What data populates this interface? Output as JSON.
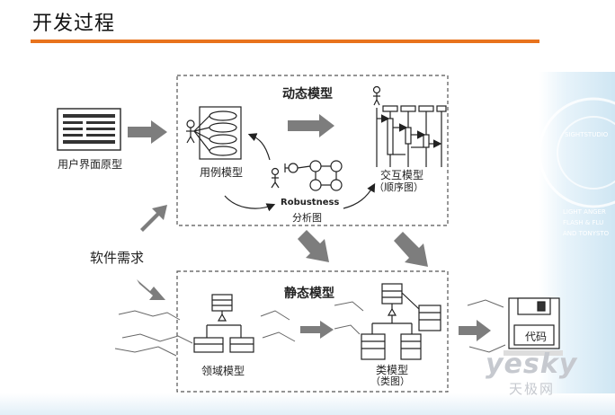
{
  "slide": {
    "title": "开发过程"
  },
  "dynamic_model": {
    "title": "动态模型",
    "use_case_label": "用例模型",
    "robustness_label_1": "Robustness",
    "robustness_label_2": "分析图",
    "interaction_label_1": "交互模型",
    "interaction_label_2": "（顺序图）"
  },
  "static_model": {
    "title": "静态模型",
    "domain_label": "领域模型",
    "class_label_1": "类模型",
    "class_label_2": "（类图）"
  },
  "inputs": {
    "ui_prototype_label": "用户界面原型",
    "requirements_label": "软件需求"
  },
  "output": {
    "code_label": "代码"
  },
  "watermark": {
    "brand": "yesky",
    "brand_cn": "天极网",
    "side_text_1": "SIGHTSTUDIO",
    "side_text_2": "LIGHT ANGER",
    "side_text_3": "FLASH & FLU",
    "side_text_4": "AND TONYSTO"
  },
  "colors": {
    "accent_rule": "#e8731d",
    "arrow_gray": "#7d7d7d",
    "dashed_box": "#555555"
  }
}
